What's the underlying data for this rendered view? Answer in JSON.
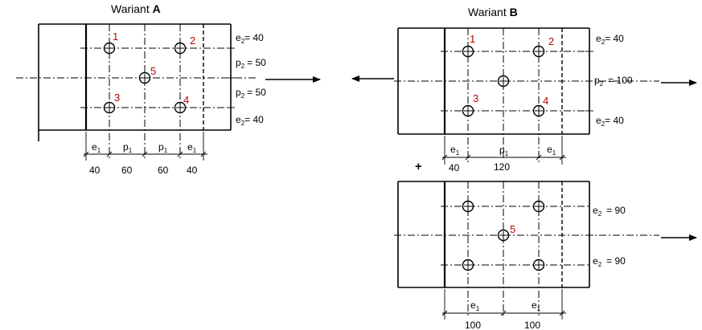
{
  "variant_a": {
    "title_prefix": "Wariant",
    "title_letter": "A",
    "bolt_numbers": [
      "1",
      "2",
      "3",
      "4",
      "5"
    ],
    "e2_top": "= 40",
    "p2_upper": "= 50",
    "p2_lower": "= 50",
    "e2_bottom": "= 40",
    "bottom_labels": [
      "e",
      "p",
      "p",
      "e"
    ],
    "bottom_values": [
      "40",
      "60",
      "60",
      "40"
    ]
  },
  "variant_b": {
    "title_prefix": "Wariant",
    "title_letter": "B",
    "plus_sign": "+",
    "top_plate": {
      "bolt_numbers": [
        "1",
        "2",
        "3",
        "4"
      ],
      "e2_top": "= 40",
      "p2": "= 100",
      "e2_bottom": "= 40",
      "bottom_labels": [
        "e",
        "p",
        "e"
      ],
      "bottom_values": [
        "40",
        "120"
      ]
    },
    "bottom_plate": {
      "bolt_numbers": [
        "5"
      ],
      "e2_top": "= 90",
      "e2_bottom": "= 90",
      "bottom_labels": [
        "e",
        "e"
      ],
      "bottom_values": [
        "100",
        "100"
      ]
    }
  },
  "symbols": {
    "e": "e",
    "p": "p",
    "sub1": "1",
    "sub2": "2"
  }
}
